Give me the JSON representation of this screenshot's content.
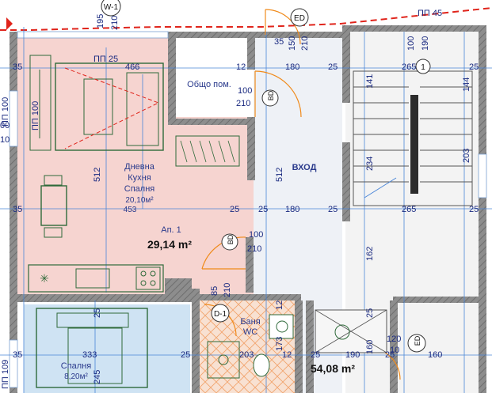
{
  "colors": {
    "wall": "#9a9a9a",
    "wall_dark": "#6d6d6d",
    "apartment_fill": "#f6d4d0",
    "bedroom_fill": "#cfe3f3",
    "bath_fill": "#f7dccb",
    "hall_fill": "#eef1f6",
    "dim_line": "#4a86d8",
    "red_dash": "#e0241b",
    "orange": "#f08a1a",
    "label_blue": "#2a3a8c"
  },
  "rooms": {
    "common_label": "Общо пом.",
    "living_label_1": "Дневна",
    "living_label_2": "Кухня",
    "living_label_3": "Спалня",
    "living_area": "20,10м²",
    "living_code": "453",
    "entrance_label": "ВХОД",
    "apartment_label": "Ап. 1",
    "apartment_area": "29,14 m²",
    "bath_label_1": "Баня",
    "bath_label_2": "WC",
    "bedroom_label": "Спалня",
    "bedroom_area": "8,20м²",
    "total_area": "54,08 m²"
  },
  "tags": {
    "window_top": "W-1",
    "ed_top": "ED",
    "bd_common": "BD",
    "bd_apartment": "BD",
    "d1": "D-1",
    "ed_bottom": "ED",
    "stair_number": "1"
  },
  "dimensions": {
    "pp45": "ПП 45",
    "pp25": "ПП 25",
    "pp100": "ПП 100",
    "pp109": "ПП 109",
    "d195": "195",
    "d210_top": "210",
    "d35_a": "35",
    "d150": "150",
    "d210_b": "210",
    "d100_a": "100",
    "d190_a": "190",
    "d265_a": "265",
    "d466": "466",
    "d35_b": "35",
    "d12_a": "12",
    "d180_a": "180",
    "d25_a": "25",
    "d25_b": "25",
    "d100_common": "100",
    "d210_common": "210",
    "d141": "141",
    "d144": "144",
    "d512_a": "512",
    "d512_b": "512",
    "d234": "234",
    "d203_a": "203",
    "d35_c": "35",
    "d25_c": "25",
    "d25_d": "25",
    "d180_b": "180",
    "d25_e": "25",
    "d265_b": "265",
    "d25_f": "25",
    "d100_ap": "100",
    "d210_ap": "210",
    "d162": "162",
    "d85": "85",
    "d210_d1": "210",
    "d12_b": "12",
    "d25_g": "25",
    "d25_h": "25",
    "d173": "173",
    "d120": "120",
    "d10": "10",
    "d35_d": "35",
    "d333": "333",
    "d245": "245",
    "d25_i": "25",
    "d203_b": "203",
    "d12_c": "12",
    "d25_j": "25",
    "d190_b": "190",
    "d25_k": "25",
    "d160_a": "160",
    "d160_b": "160",
    "d00": "00",
    "d10_left": "10"
  }
}
